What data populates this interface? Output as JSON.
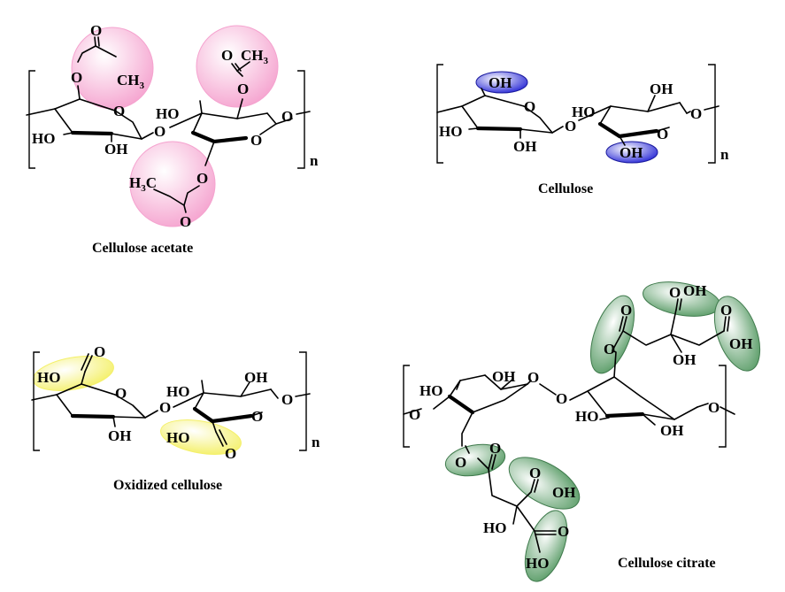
{
  "colors": {
    "acetate_highlight": "#f5a3cf",
    "hydroxyl_highlight": "#2a2ad6",
    "oxidized_highlight": "#f4f06a",
    "citrate_highlight": "#5d9e6a"
  },
  "labels": {
    "ho": "HO",
    "oh": "OH",
    "o": "O",
    "ch3": "CH",
    "h3c": "H",
    "c": "C",
    "sub3": "3",
    "n": "n"
  },
  "captions": {
    "cellulose_acetate": "Cellulose acetate",
    "cellulose": "Cellulose",
    "oxidized_cellulose": "Oxidized cellulose",
    "cellulose_citrate": "Cellulose citrate"
  }
}
